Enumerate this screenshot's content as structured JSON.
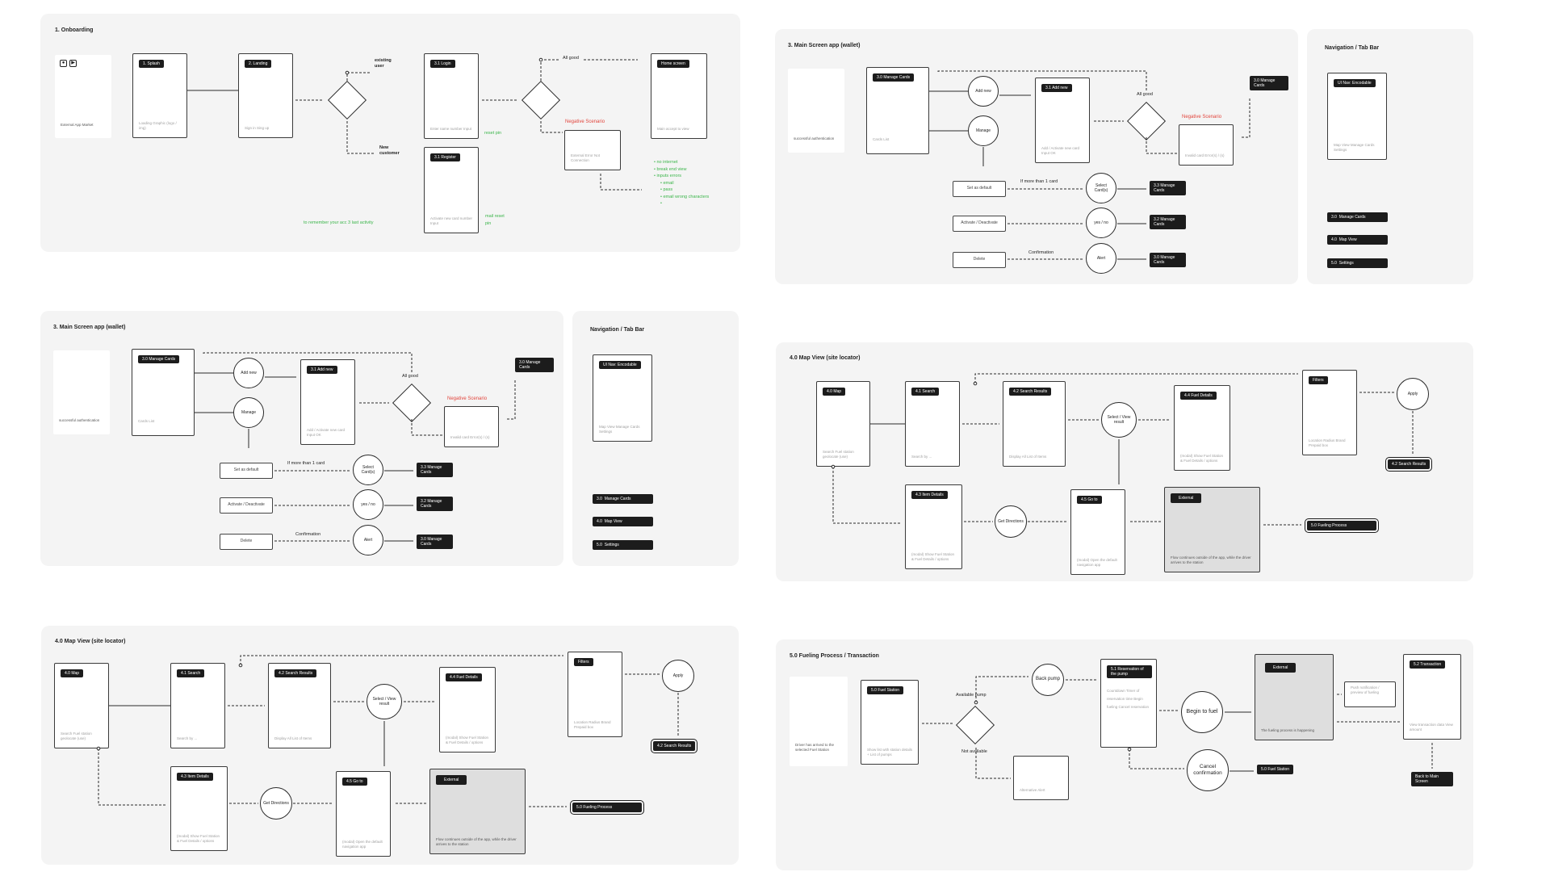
{
  "panel1": {
    "title": "1. Onboarding",
    "screens": {
      "external": {
        "sub": "External App Market"
      },
      "splash": {
        "tag": "1. Splash",
        "sub": "Loading Graphic (logo / img)"
      },
      "landing": {
        "tag": "2. Landing",
        "sub": "Sign in Sing up"
      },
      "login": {
        "tag": "3.1 Login",
        "sub": "Enter name number Input"
      },
      "register": {
        "tag": "3.1 Register",
        "sub": "Activate new card number Input"
      },
      "home": {
        "tag": "Home screen",
        "sub": "Main accept to view"
      },
      "error": {
        "sub": "External Error Not Connection"
      }
    },
    "labels": {
      "existing_user": "existing user",
      "new_customer": "New customer",
      "all_good": "All good",
      "negative": "Negative Scenario",
      "reset_pin": "reset pin",
      "mail_resetpin": "mail reset pin",
      "remember": "to remember your acc 3 last activity",
      "checks": [
        "no internet",
        "break end view",
        "inputs errors",
        "email",
        "pass",
        "email wrong characters",
        ""
      ]
    }
  },
  "panel2": {
    "title": "3. Main Screen app (wallet)",
    "screens": {
      "auth": {
        "sub": "successful authentication"
      },
      "manage": {
        "tag": "3.0 Manage Cards",
        "sub": "Cards List"
      },
      "addnew": {
        "tag": "3.1 Add new",
        "sub": "Add / Activate new card Input OK"
      },
      "invalid": {
        "sub": "Invalid card Error(s) / (s)"
      }
    },
    "circles": {
      "add": "Add new",
      "manage": "Manage",
      "select": "Select Card(s)",
      "yes": "yes / no",
      "alert": "Alert"
    },
    "buttons": {
      "default": "Set as default",
      "activate": "Activate / Deactivate",
      "delete": "Delete"
    },
    "chips": {
      "topright": "3.0 Manage Cards",
      "r1": "3.3 Manage Cards",
      "r2": "3.2 Manage Cards",
      "r3": "3.0 Manage Cards"
    },
    "labels": {
      "all_good": "All good",
      "negative": "Negative Scenario",
      "more": "If more than 1 card",
      "confirm": "Confirmation"
    }
  },
  "panel3": {
    "title": "Navigation / Tab Bar",
    "screen": {
      "tag": "UI Nav: Encodable",
      "sub": "Map View Manage Cards Settings"
    },
    "tabs": [
      {
        "num": "3.0",
        "label": "Manage Cards"
      },
      {
        "num": "4.0",
        "label": "Map View"
      },
      {
        "num": "5.0",
        "label": "Settings"
      }
    ]
  },
  "panel6": {
    "title": "4.0 Map View (site locator)",
    "screens": {
      "map": {
        "tag": "4.0 Map",
        "sub": "Search Fuel station geolocate (use)"
      },
      "search": {
        "tag": "4.1 Search",
        "sub": "Search by ..."
      },
      "results": {
        "tag": "4.2 Search Results",
        "sub": "Display All List of Items"
      },
      "fuel": {
        "tag": "4.4 Fuel Details",
        "sub": "(modal) Show Fuel Station & Fuel Details / options"
      },
      "filters": {
        "tag": "Filters",
        "sub": "Location Radius Brand Prepaid box"
      },
      "item": {
        "tag": "4.3 Item Details",
        "sub": "(modal) Show Fuel Station & Fuel Details / options"
      },
      "gotogo": {
        "tag": "4.5 Go to",
        "sub": "(modal) Open the default navigation app"
      },
      "external": {
        "tag": "External",
        "sub": "Flow continues outside of the app, while the driver arrives to the station"
      }
    },
    "circles": {
      "select": "Select / View result",
      "getdir": "Get Directions",
      "apply": "Apply"
    },
    "chips": {
      "results": "4.2 Search Results",
      "fueling": "5.0 Fueling Process"
    }
  },
  "panel7": {
    "title": "5.0 Fueling Process / Transaction",
    "screens": {
      "arrived": {
        "sub": "Driver has arrived to the selected Fuel Station"
      },
      "station": {
        "tag": "5.0 Fuel Station",
        "sub": "Show list with station details + List of pumps"
      },
      "reserve": {
        "tag": "5.1 Reservation of the pump",
        "sub": "Countdown Timer of reservation time Begin fueling Cancel reservation"
      },
      "ext": {
        "tag": "External",
        "sub": "The fueling process is happening"
      },
      "tx": {
        "tag": "5.2 Transaction",
        "sub": "View transaction data View amount"
      },
      "alt": {
        "sub": "Alternative Alert"
      },
      "push": {
        "sub": "Push notification / preview of fueling"
      }
    },
    "circles": {
      "back": "Back pump",
      "begin": "Begin to fuel",
      "cancel": "Cancel confirmation"
    },
    "labels": {
      "available": "Available pump",
      "not_available": "Not available"
    },
    "chips": {
      "station": "5.0 Fuel Station",
      "back": "Back to Main Screen"
    }
  }
}
